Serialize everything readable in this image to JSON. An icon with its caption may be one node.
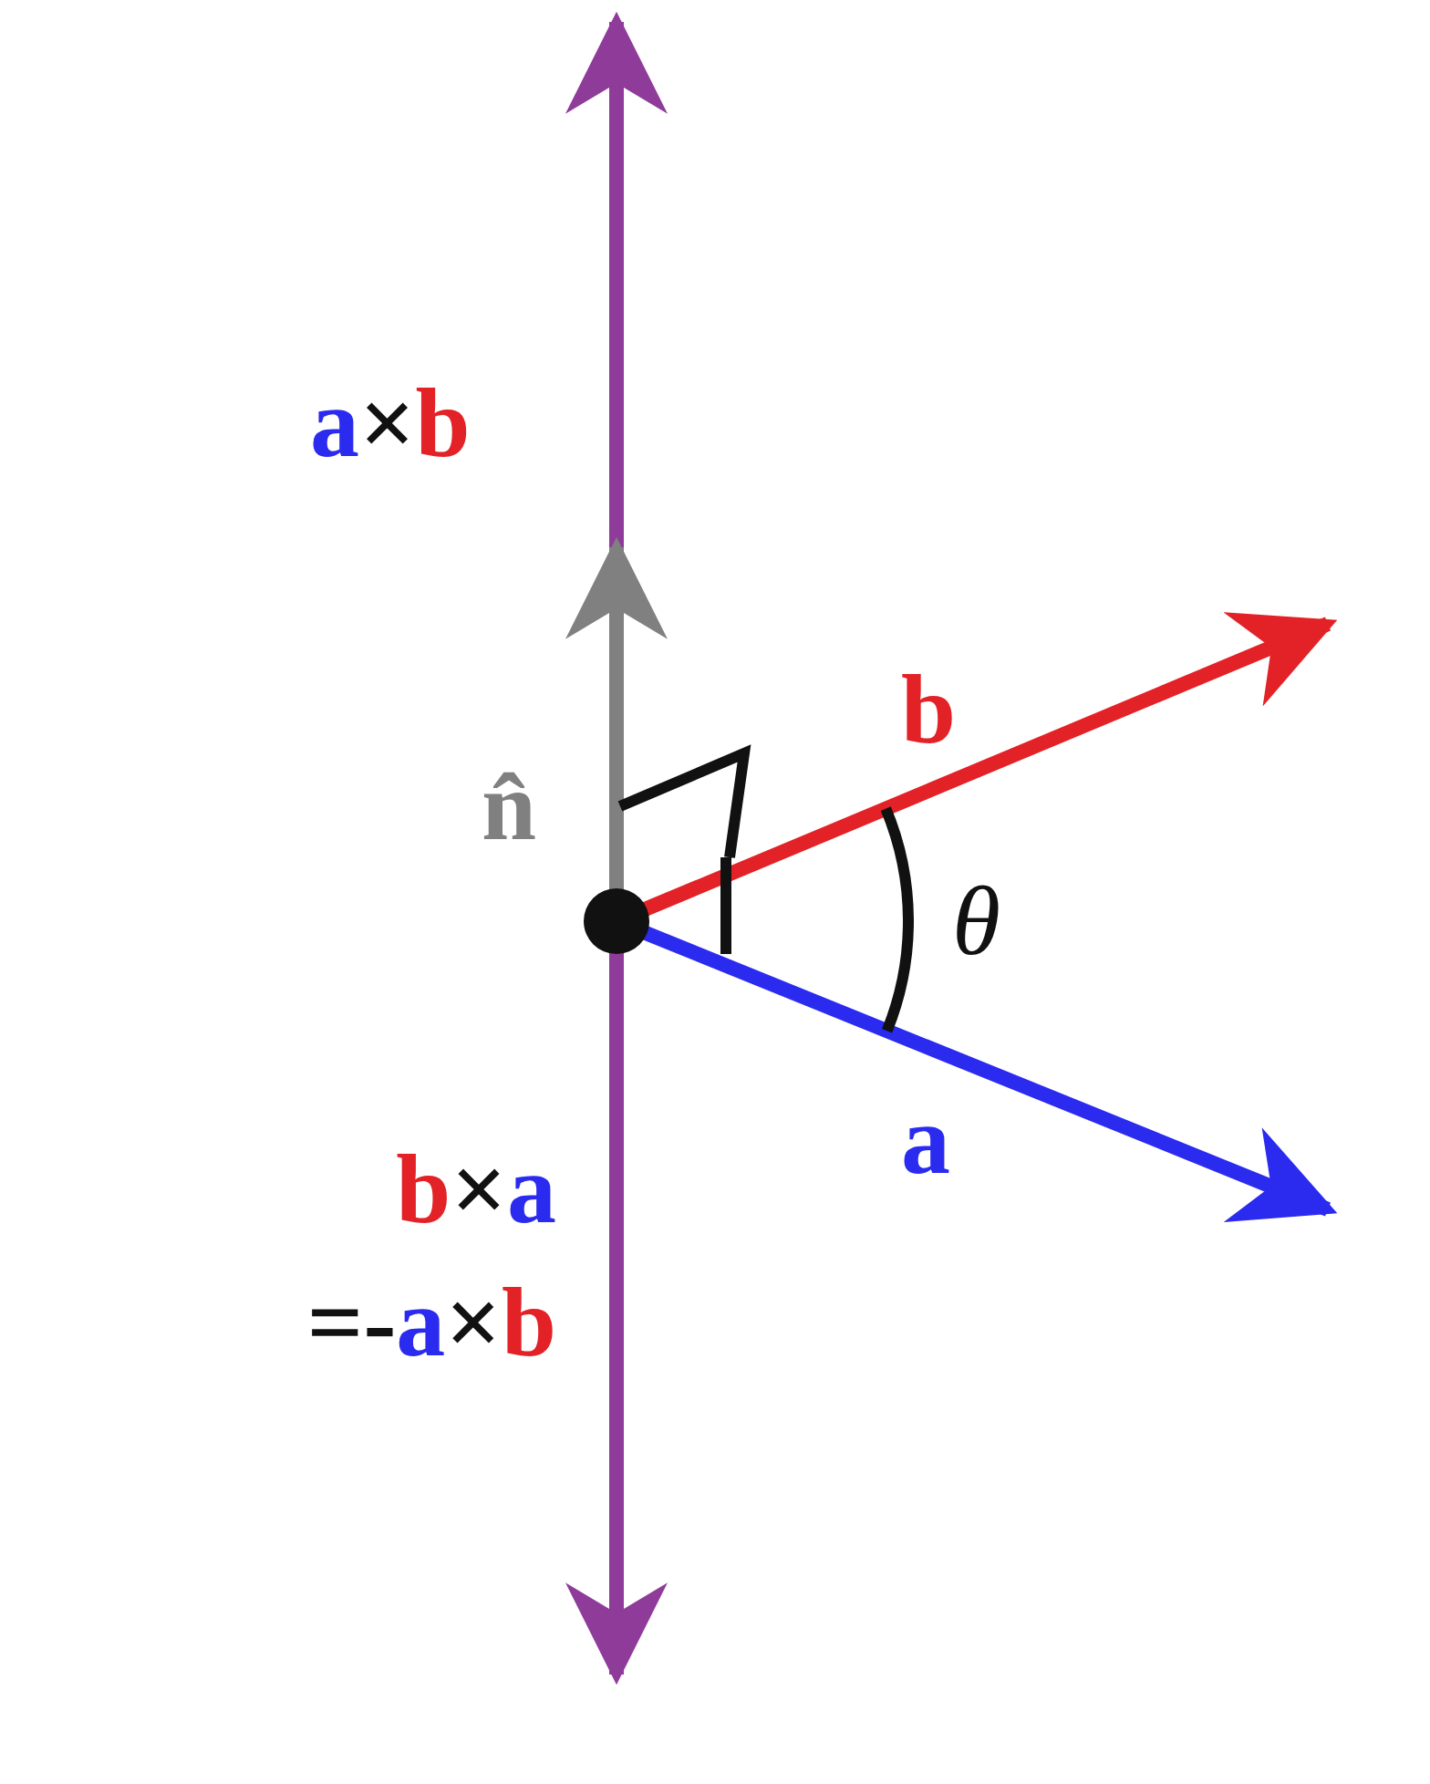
{
  "diagram": {
    "labels": [
      "a×b",
      "n̂",
      "b",
      "θ",
      "a",
      "b×a",
      "=-a×b"
    ]
  }
}
